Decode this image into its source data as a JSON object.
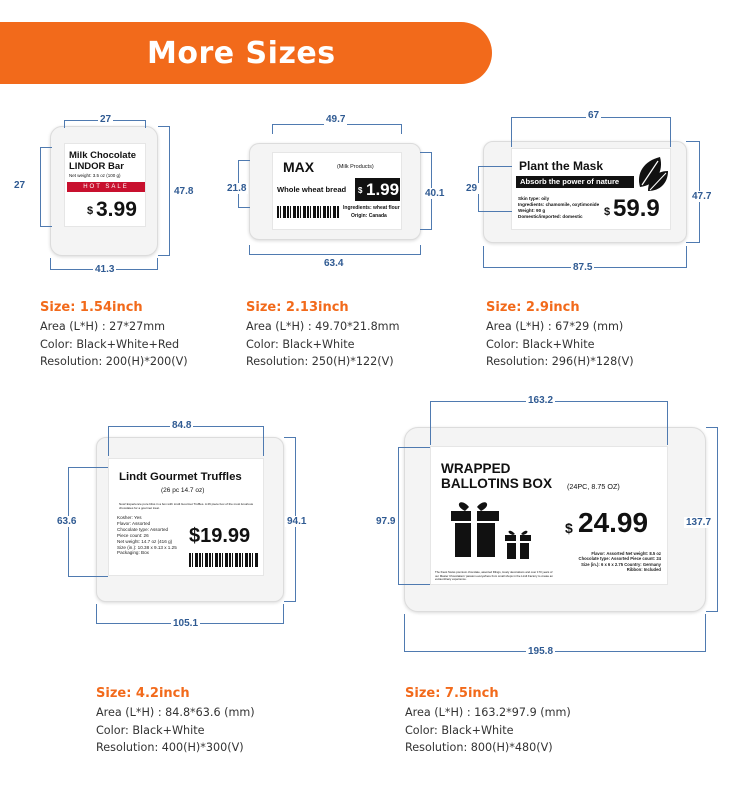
{
  "banner": {
    "title": "More Sizes"
  },
  "products": [
    {
      "id": "1-54",
      "dims": {
        "top": "27",
        "left": "27",
        "right": "47.8",
        "bottom": "41.3"
      },
      "tag": {
        "title_line1": "Milk Chocolate",
        "title_line2": "LINDOR Bar",
        "subtitle": "Net weight: 3.5 oz (100 g)",
        "banner": "HOT SALE",
        "price_symbol": "$",
        "price": "3.99"
      },
      "specs": {
        "size": "Size:  1.54inch",
        "area": "Area  (L*H)  :  27*27mm",
        "color": "Color:  Black+White+Red",
        "resolution": "Resolution:  200(H)*200(V)"
      }
    },
    {
      "id": "2-13",
      "dims": {
        "top": "49.7",
        "left": "21.8",
        "right": "40.1",
        "bottom": "63.4"
      },
      "tag": {
        "brand": "MAX",
        "brand_note": "(Milk Products)",
        "product": "Whole wheat bread",
        "price_symbol": "$",
        "price": "1.99",
        "ingredients": "Ingredients: wheat flour",
        "origin": "Origin: Canada"
      },
      "specs": {
        "size": "Size:  2.13inch",
        "area": "Area  (L*H)  :  49.70*21.8mm",
        "color": "Color:  Black+White",
        "resolution": "Resolution:  250(H)*122(V)"
      }
    },
    {
      "id": "2-9",
      "dims": {
        "top": "67",
        "left": "29",
        "right": "47.7",
        "bottom": "87.5"
      },
      "tag": {
        "title": "Plant the Mask",
        "slogan": "Absorb the power of nature",
        "line1": "Skin type: oily",
        "line2": "Ingredients: chamomile, oxytimonide",
        "line3": "Weight: 90 g",
        "line4": "Domestic/imported: domestic",
        "price_symbol": "$",
        "price": "59.9"
      },
      "specs": {
        "size": "Size:  2.9inch",
        "area": "Area  (L*H)  :  67*29 (mm)",
        "color": "Color:  Black+White",
        "resolution": "Resolution:  296(H)*128(V)"
      }
    },
    {
      "id": "4-2",
      "dims": {
        "top": "84.8",
        "left": "63.6",
        "right": "94.1",
        "bottom": "105.1"
      },
      "tag": {
        "title": "Lindt Gourmet Truffles",
        "subtitle": "(26 pc 14.7 oz)",
        "desc": "Now! Experience pure bliss in a box with Lindt Gourmet Truffles. A 26 piece box of the most luxurious chocolates for a gourmet treat.",
        "info": [
          "Kosher: Yes",
          "Flavor: Assorted",
          "Chocolate type: Assorted",
          "Piece count: 26",
          "Net weight: 14.7 oz (416 g)",
          "Size (in.): 10.38 x 9.13 x 1.25",
          "Packaging: Box"
        ],
        "price": "$19.99"
      },
      "specs": {
        "size": "Size:  4.2inch",
        "area": "Area  (L*H)  :  84.8*63.6 (mm)",
        "color": "Color:  Black+White",
        "resolution": "Resolution:  400(H)*300(V)"
      }
    },
    {
      "id": "7-5",
      "dims": {
        "top": "163.2",
        "left": "97.9",
        "right": "137.7",
        "bottom": "195.8"
      },
      "tag": {
        "title_line1": "WRAPPED",
        "title_line2": "BALLOTINS BOX",
        "note": "(24PC, 8.75 OZ)",
        "price_symbol": "$",
        "price": "24.99",
        "info": [
          "Flavor: Assorted   Net weight: 8.5 oz",
          "Chocolate type: Assorted   Piece count: 24",
          "Size (in.): 6 x 6 x 2.75   Country: Germany",
          "Ribbon: Included"
        ],
        "desc": "The finest Swiss premium chocolate, assorted fillings, lovely decorations and over 170 years of our Master Chocolatiers' passion everywhere from small shops in the Lindt Factory to create an extraordinary experience."
      },
      "specs": {
        "size": "Size:  7.5inch",
        "area": "Area  (L*H)  :  163.2*97.9 (mm)",
        "color": "Color:  Black+White",
        "resolution": "Resolution:  800(H)*480(V)"
      }
    }
  ]
}
